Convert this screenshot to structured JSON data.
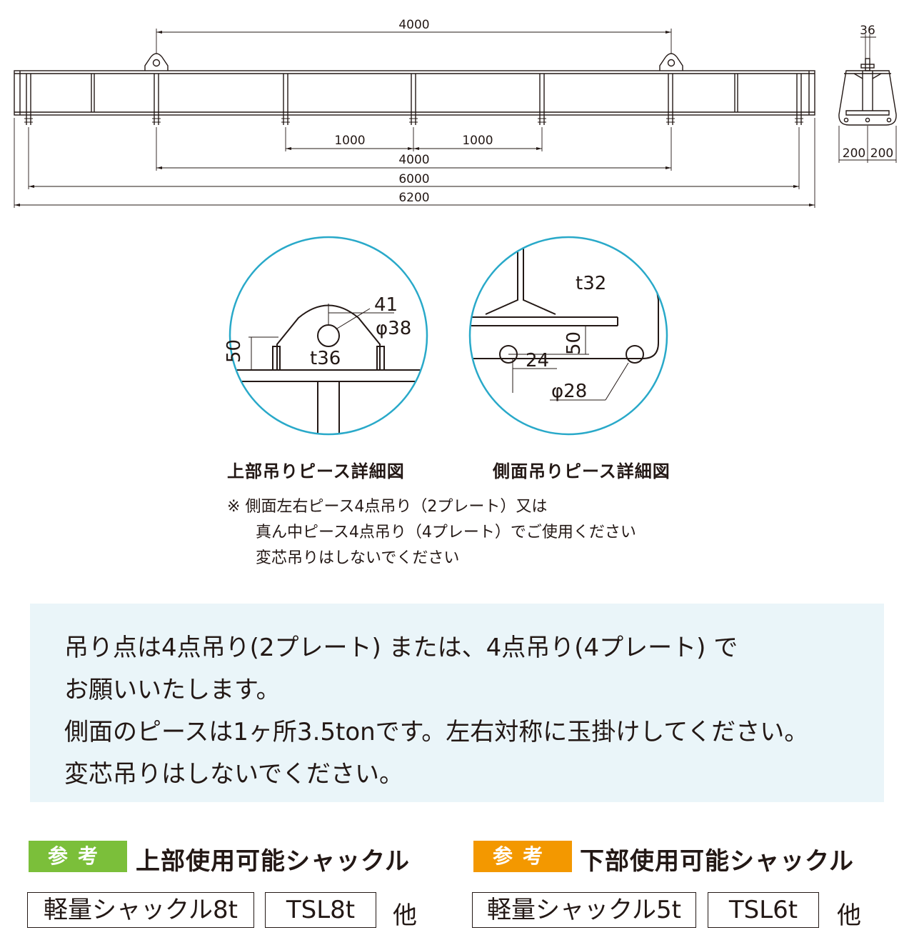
{
  "drawing": {
    "top_dim": "4000",
    "side_dim_top": "36",
    "side_dim_left": "200",
    "side_dim_right": "200",
    "dim_a": "1000",
    "dim_b": "1000",
    "dim_c": "4000",
    "dim_d": "6000",
    "dim_e": "6200"
  },
  "detail_top": {
    "dim_41": "41",
    "dim_phi38": "φ38",
    "dim_50": "50",
    "thickness": "t36",
    "caption": "上部吊りピース詳細図"
  },
  "detail_side": {
    "thickness": "t32",
    "dim_50": "50",
    "dim_24": "24",
    "dim_phi28": "φ28",
    "caption": "側面吊りピース詳細図"
  },
  "notes": {
    "mark": "※",
    "line1": "側面左右ピース4点吊り（2プレート）又は",
    "line2": "真ん中ピース4点吊り（4プレート）でご使用ください",
    "line3": "変芯吊りはしないでください"
  },
  "info": {
    "line1": "吊り点は4点吊り(2プレート) または、4点吊り(4プレート) で",
    "line2": "お願いいたします。",
    "line3": "側面のピースは1ヶ所3.5tonです。左右対称に玉掛けしてください。",
    "line4": "変芯吊りはしないでください。"
  },
  "reference_upper": {
    "badge": "参考",
    "title": "上部使用可能シャックル",
    "item1": "軽量シャックル8t",
    "item2": "TSL8t",
    "other": "他"
  },
  "reference_lower": {
    "badge": "参考",
    "title": "下部使用可能シャックル",
    "item1": "軽量シャックル5t",
    "item2": "TSL6t",
    "other": "他"
  },
  "colors": {
    "line": "#231815",
    "circle": "#29a9c9",
    "info_bg": "#eaf5f9",
    "badge_green": "#7bbf3a",
    "badge_orange": "#f39800"
  }
}
